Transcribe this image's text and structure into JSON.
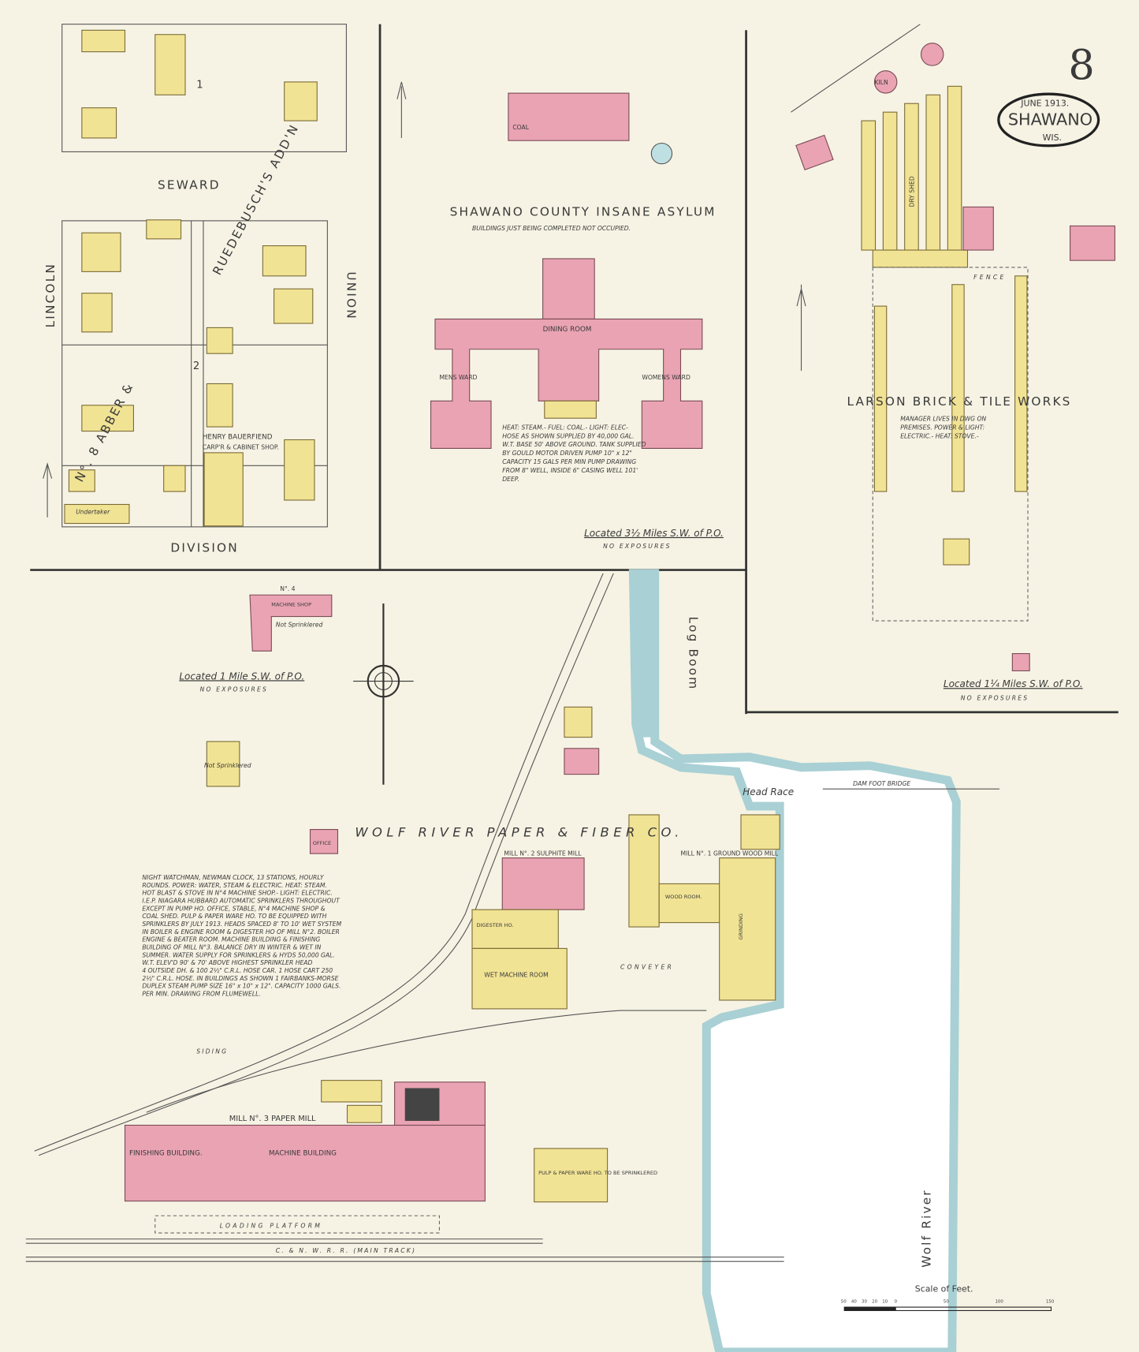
{
  "sheet": {
    "number": "8",
    "date": "JUNE 1913.",
    "city": "SHAWANO",
    "state": "WIS."
  },
  "colors": {
    "paper": "#f6f3e4",
    "brick": "#e9a3b3",
    "frame": "#f1e394",
    "water": "#a9d0d4"
  },
  "streets": {
    "seward": "SEWARD",
    "division": "DIVISION",
    "lincoln": "LINCOLN",
    "union": "UNION",
    "addition": "RUEDEBUSCH'S ADD'N",
    "dir": "N°. 8 ABBER &"
  },
  "top_left": {
    "henry": "HENRY BAUERFIEND",
    "shop": "CARP'R & CABINET SHOP.",
    "undertaker": "Undertaker",
    "block": "1",
    "block2": "2"
  },
  "asylum": {
    "title": "SHAWANO COUNTY INSANE ASYLUM",
    "subtitle": "BUILDINGS JUST BEING COMPLETED NOT OCCUPIED.",
    "dining": "DINING ROOM",
    "mens": "MENS WARD",
    "womens": "WOMENS WARD",
    "coal": "COAL",
    "note": [
      "HEAT: STEAM.- FUEL: COAL.- LIGHT: ELEC-",
      "HOSE AS SHOWN SUPPLIED BY 40,000 GAL.",
      "W.T. BASE 50' ABOVE GROUND. TANK SUPPLIED",
      "BY GOULD MOTOR DRIVEN PUMP 10\" x 12\"",
      "CAPACITY 15 GALS PER MIN PUMP DRAWING",
      "FROM 8\" WELL, INSIDE 6\" CASING WELL 101'",
      "DEEP."
    ],
    "located": "Located 3½ Miles S.W. of P.O.",
    "exposures": "NO EXPOSURES"
  },
  "larson": {
    "title": "LARSON BRICK & TILE WORKS",
    "note": [
      "MANAGER LIVES IN DWG ON",
      "PREMISES. POWER & LIGHT:",
      "ELECTRIC.- HEAT: STOVE.-"
    ],
    "kiln": "KILN",
    "dry_shed": "DRY SHED",
    "fence": "FENCE",
    "located": "Located 1¼ Miles S.W. of P.O.",
    "exposures": "NO EXPOSURES"
  },
  "machine_shop": {
    "label": "N°. 4",
    "name": "MACHINE SHOP",
    "sub": "Not Sprinklered",
    "located": "Located 1 Mile S.W. of P.O.",
    "exposures": "NO EXPOSURES",
    "a_label": "Not Sprinklered"
  },
  "paper": {
    "title": "WOLF RIVER PAPER & FIBER CO.",
    "mill2": "MILL N°. 2 SULPHITE MILL",
    "mill1": "MILL N°. 1 GROUND WOOD MILL",
    "mill3": "MILL N°. 3 PAPER MILL",
    "finishing": "FINISHING BUILDING.",
    "machine": "MACHINE BUILDING",
    "wet": "WET MACHINE ROOM",
    "digester": "DIGESTER HO.",
    "wood": "WOOD ROOM.",
    "grinding": "GRINDING",
    "pulp": "PULP & PAPER WARE HO. TO BE SPRINKLERED",
    "loading": "LOADING PLATFORM",
    "track": "C. & N. W. R. R. (MAIN TRACK)",
    "siding": "SIDING",
    "conveyor": "CONVEYER",
    "head_race": "Head Race",
    "dam": "DAM  FOOT BRIDGE",
    "log_boom": "Log Boom",
    "river": "Wolf River",
    "office": "OFFICE",
    "note": [
      "NIGHT WATCHMAN, NEWMAN CLOCK, 13 STATIONS, HOURLY",
      "ROUNDS. POWER: WATER, STEAM & ELECTRIC. HEAT: STEAM.",
      "HOT BLAST & STOVE IN N°4 MACHINE SHOP.- LIGHT: ELECTRIC.",
      "I.E.P. NIAGARA HUBBARD AUTOMATIC SPRINKLERS THROUGHOUT",
      "EXCEPT IN PUMP HO. OFFICE, STABLE, N°4 MACHINE SHOP &",
      "COAL SHED. PULP & PAPER WARE HO. TO BE EQUIPPED WITH",
      "SPRINKLERS BY JULY 1913. HEADS SPACED 8' TO 10' WET SYSTEM",
      "IN BOILER & ENGINE ROOM & DIGESTER HO OF MILL N°2. BOILER",
      "ENGINE & BEATER ROOM. MACHINE BUILDING & FINISHING",
      "BUILDING OF MILL N°3. BALANCE DRY IN WINTER & WET IN",
      "SUMMER. WATER SUPPLY FOR SPRINKLERS & HYDS 50,000 GAL.",
      "W.T. ELEV'D 90' & 70' ABOVE HIGHEST SPRINKLER HEAD",
      "4 OUTSIDE DH. & 100 2½\" C.R.L. HOSE CAR. 1 HOSE CART 250",
      "2½\" C.R.L. HOSE. IN BUILDINGS AS SHOWN 1 FAIRBANKS-MORSE",
      "DUPLEX STEAM PUMP SIZE 16\" x 10\" x 12\". CAPACITY 1000 GALS.",
      "PER MIN. DRAWING FROM FLUMEWELL."
    ]
  },
  "scale": {
    "title": "Scale of Feet.",
    "ticks": [
      "50",
      "40",
      "30",
      "20",
      "10",
      "0",
      "50",
      "100",
      "150"
    ]
  }
}
